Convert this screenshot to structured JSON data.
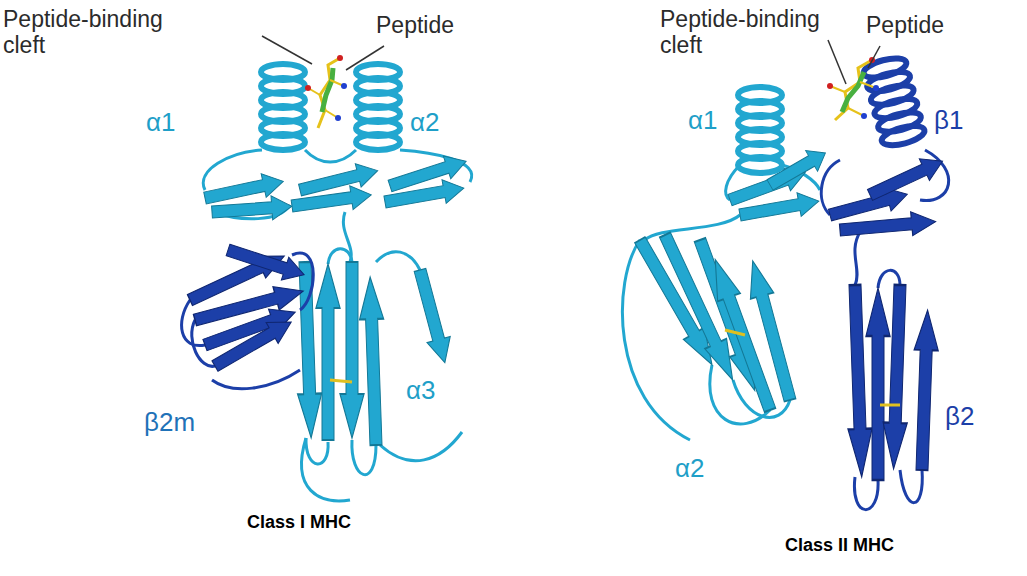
{
  "diagram": {
    "labels": [
      "Peptide-binding cleft",
      "Peptide",
      "α1",
      "α2",
      "β2m",
      "α3",
      "Class I MHC",
      "Peptide-binding cleft",
      "Peptide",
      "α1",
      "β1",
      "α2",
      "β2",
      "Class II MHC"
    ]
  }
}
